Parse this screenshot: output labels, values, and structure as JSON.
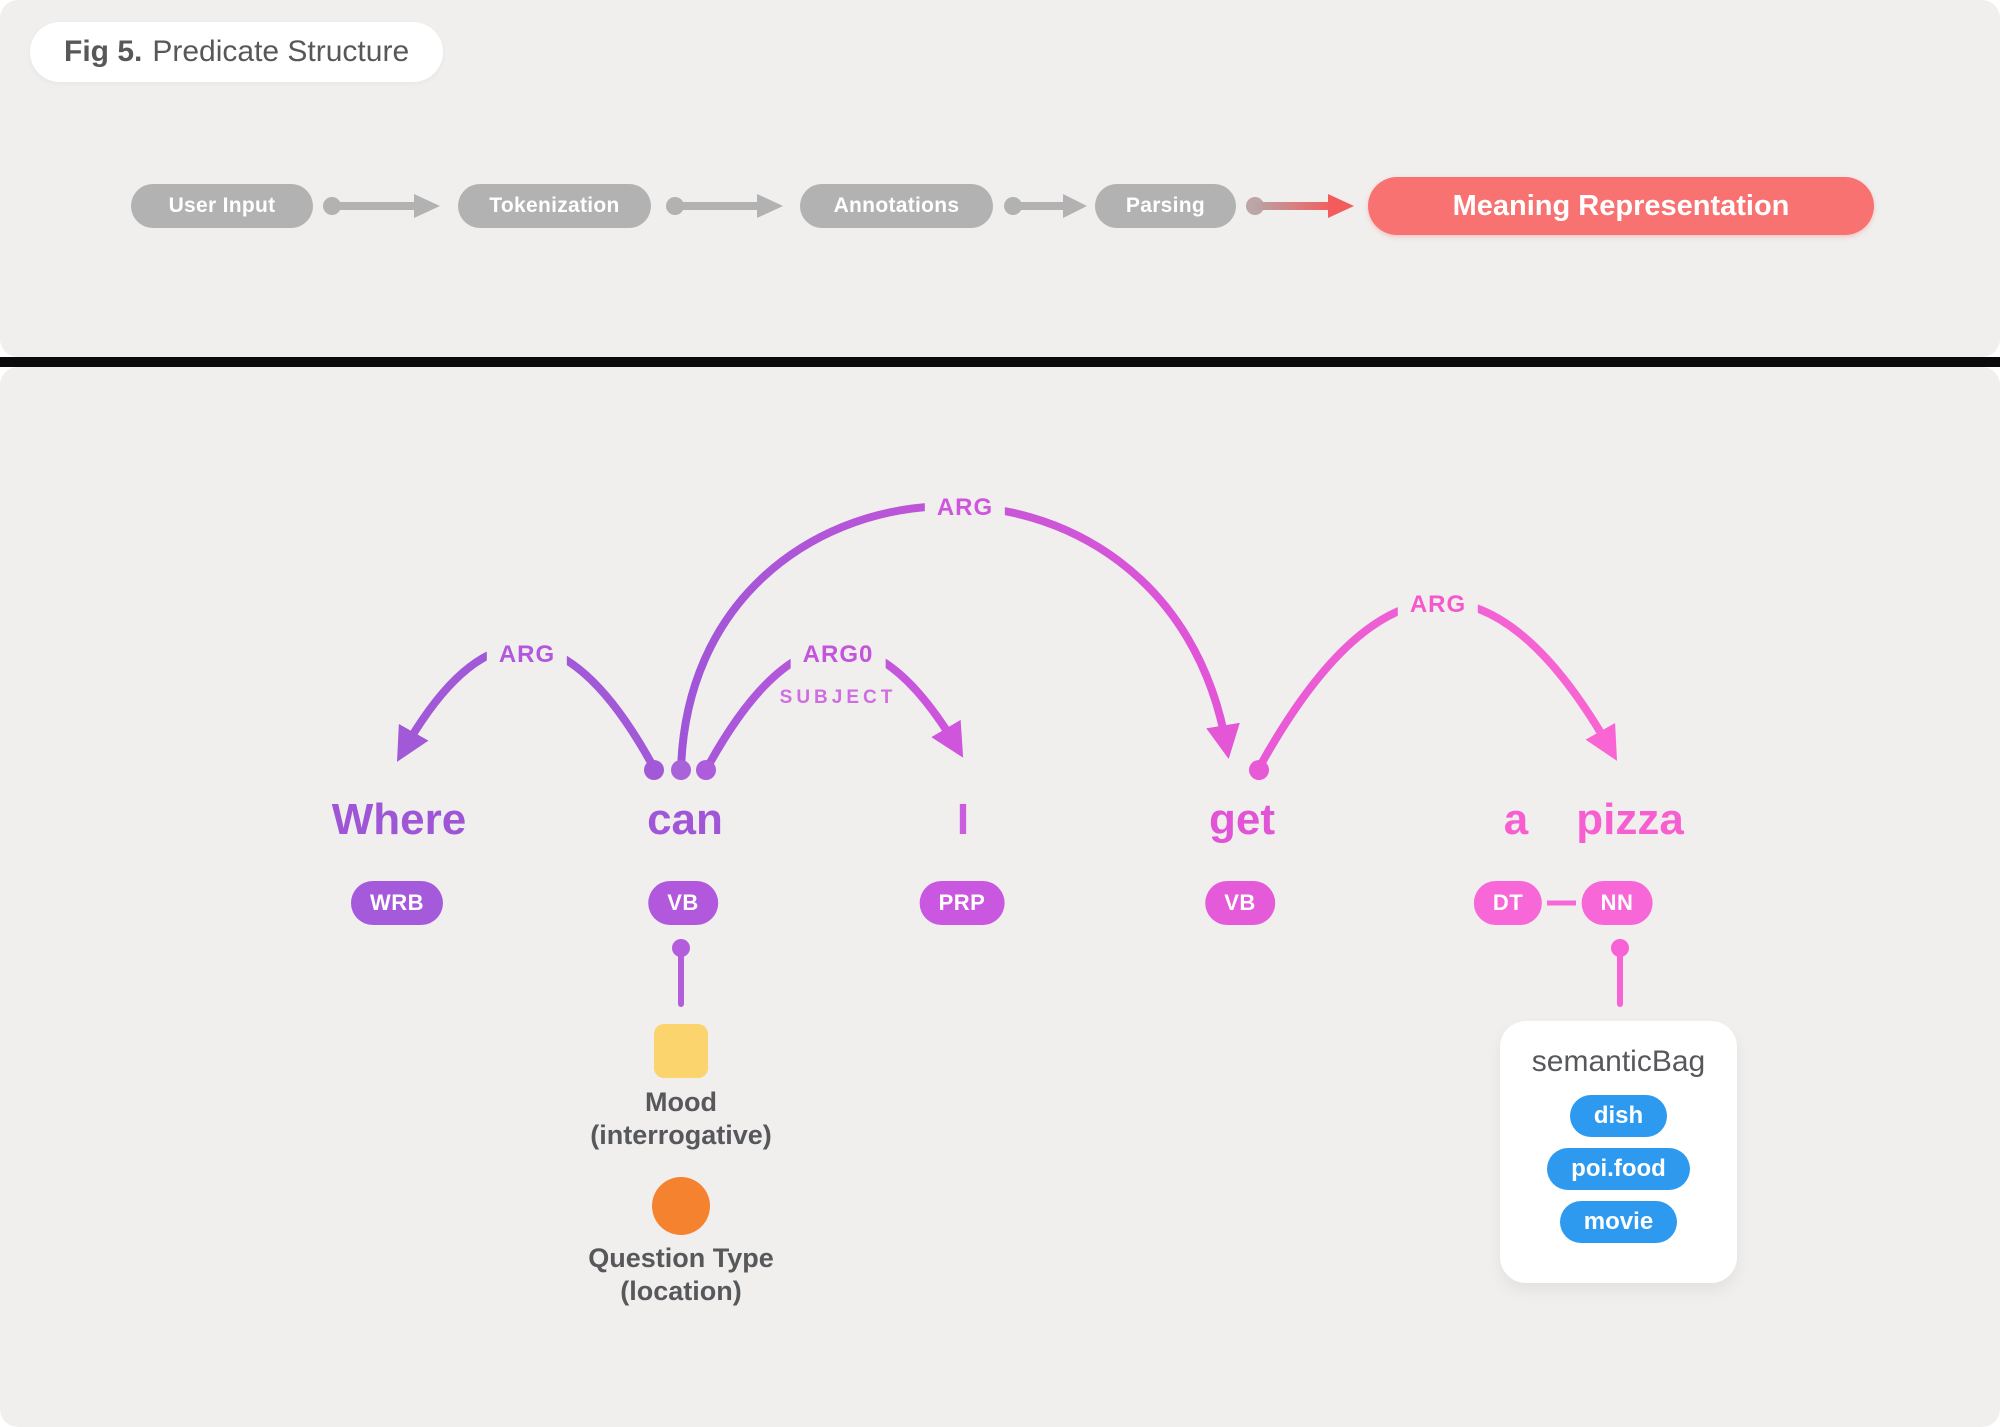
{
  "figure_badge": {
    "label": "Fig 5.",
    "title": "Predicate Structure"
  },
  "pipeline": {
    "stages": [
      "User Input",
      "Tokenization",
      "Annotations",
      "Parsing"
    ],
    "final_stage": "Meaning Representation"
  },
  "sentence": {
    "tokens": [
      {
        "word": "Where",
        "tag": "WRB"
      },
      {
        "word": "can",
        "tag": "VB"
      },
      {
        "word": "I",
        "tag": "PRP"
      },
      {
        "word": "get",
        "tag": "VB"
      },
      {
        "word": "a",
        "tag": "DT"
      },
      {
        "word": "pizza",
        "tag": "NN"
      }
    ]
  },
  "arcs": {
    "where_label": "ARG",
    "get_label": "ARG",
    "arg0_label": "ARG0",
    "arg0_sublabel": "SUBJECT",
    "pizza_label": "ARG"
  },
  "annotations": {
    "mood": {
      "title": "Mood",
      "subtitle": "(interrogative)"
    },
    "question_type": {
      "title": "Question Type",
      "subtitle": "(location)"
    }
  },
  "semantic_bag": {
    "title": "semanticBag",
    "items": [
      "dish",
      "poi.food",
      "movie"
    ]
  },
  "colors": {
    "panel_background": "#f0efee",
    "divider": "#0b0b0b",
    "pipeline_pill": "#b2b2b2",
    "pipeline_accent": "#f87272",
    "purple": "#a156d8",
    "violet": "#c957e0",
    "magenta": "#e254d6",
    "pink": "#f75fd1",
    "blue_pill": "#2d9af0",
    "mood_yellow": "#fbd46d",
    "question_orange": "#f5822f",
    "note_text": "#57585b"
  }
}
